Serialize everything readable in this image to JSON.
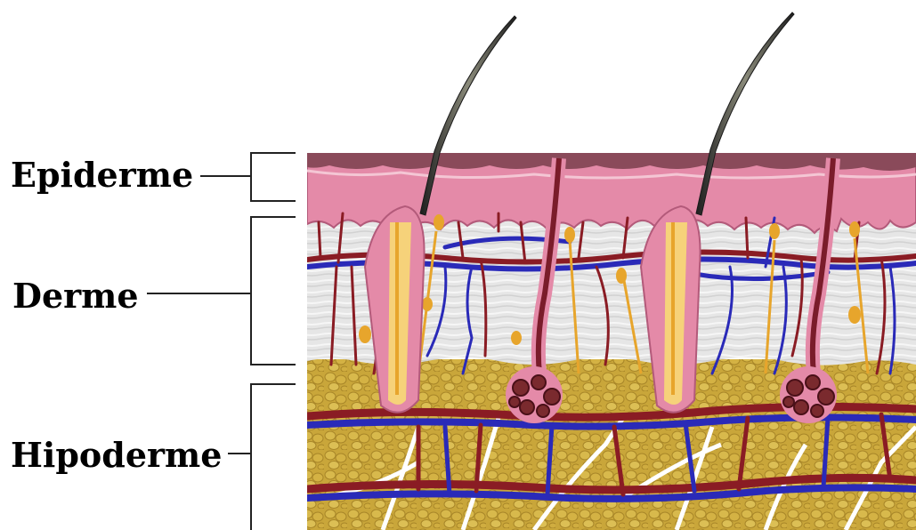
{
  "labels": {
    "epidermis": "Epiderme",
    "dermis": "Derme",
    "hypodermis": "Hipoderme"
  },
  "colors": {
    "epidermis_pink": "#e48aa8",
    "epidermis_top": "#8a4a5a",
    "dermis_gray": "#e4e4e4",
    "hypodermis_fat": "#c9a63a",
    "artery": "#8a1c24",
    "vein": "#2a2ab8",
    "nerve": "#e7a52c",
    "hair": "#3a3a3a"
  }
}
